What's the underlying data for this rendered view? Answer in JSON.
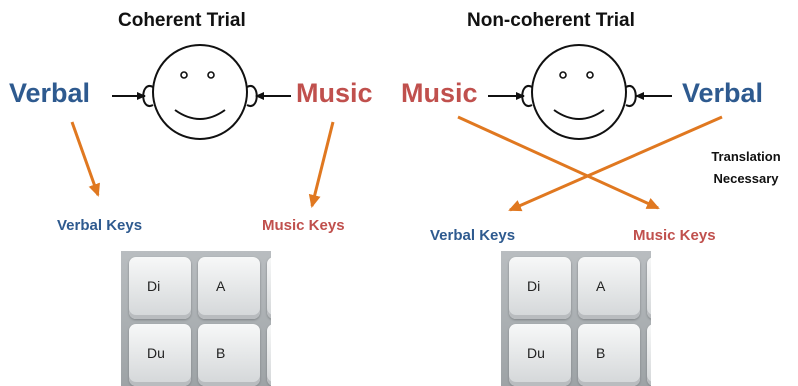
{
  "panels": {
    "coherent": {
      "title": "Coherent Trial",
      "left_source": "Verbal",
      "right_source": "Music",
      "left_target": "Verbal Keys",
      "right_target": "Music Keys",
      "keys": [
        "Di",
        "A",
        "Du",
        "B"
      ]
    },
    "noncoherent": {
      "title": "Non-coherent Trial",
      "left_source": "Music",
      "right_source": "Verbal",
      "left_target": "Verbal Keys",
      "right_target": "Music Keys",
      "note_line1": "Translation",
      "note_line2": "Necessary",
      "keys": [
        "Di",
        "A",
        "Du",
        "B"
      ]
    }
  },
  "colors": {
    "verbal": "#2e5a8f",
    "music": "#c0504d",
    "arrow": "#e07820",
    "line": "#111111"
  },
  "icons": [
    "face-icon",
    "arrow-icon",
    "keyboard-icon"
  ]
}
